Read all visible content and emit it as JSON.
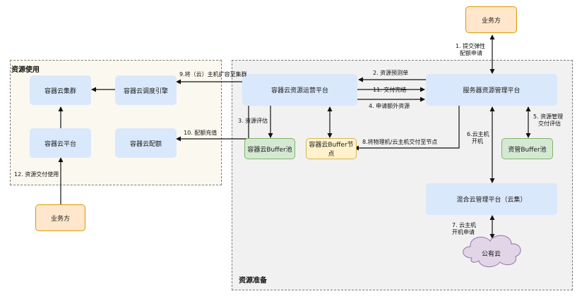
{
  "regions": {
    "usage_title": "资源使用",
    "prepare_title": "资源准备"
  },
  "nodes": {
    "biz_top": "业务方",
    "biz_bottom": "业务方",
    "container_cluster": "容器云集群",
    "container_scheduler": "容器云调度引擎",
    "container_ops": "容器云资源运营平台",
    "server_mgmt": "服务器资源管理平台",
    "container_platform": "容器云平台",
    "container_quota": "容器云配额",
    "container_buffer_pool": "容器云Buffer池",
    "container_buffer_node": "容器云Buffer节点",
    "mgmt_buffer_pool": "资管Buffer池",
    "hybrid_cloud": "混合云管理平台（云集）",
    "public_cloud": "公有云"
  },
  "labels": {
    "l1_line1": "1. 提交弹性",
    "l1_line2": "配额申请",
    "l2": "2. 资源预测单",
    "l3": "3. 资源评估",
    "l4": "4. 申请额外资源",
    "l5_line1": "5. 资源管理",
    "l5_line2": "交付评估",
    "l6_line1": "6.云主机",
    "l6_line2": "开机",
    "l7_line1": "7. 云主机",
    "l7_line2": "开机申请",
    "l8": "8.将物理机/云主机交付至节点",
    "l9": "9.将（云）主机扩容至集群",
    "l10": "10. 配额充值",
    "l11": "11. 交付完结",
    "l12": "12. 资源交付使用"
  }
}
